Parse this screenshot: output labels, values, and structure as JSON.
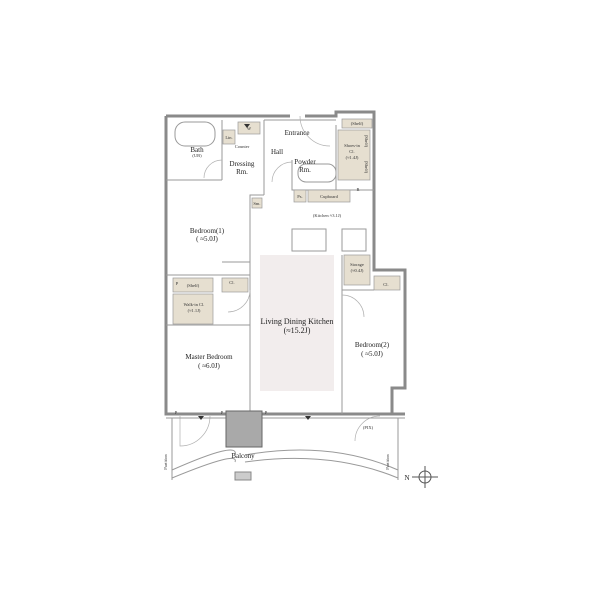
{
  "colors": {
    "ldk_floor": "#f2eded",
    "storage": "#e6dfd0",
    "wall": "#8a8a8a",
    "balcony_unit": "#a9a9a9"
  },
  "rooms": {
    "bath": "Bath",
    "bath_sub": "(UB)",
    "linen": "Lin.",
    "counter": "Counter",
    "washer": "W",
    "dressing": "Dressing",
    "dressing2": "Rm.",
    "hall": "Hall",
    "entrance": "Entrance",
    "powder": "Powder",
    "powder2": "Rm.",
    "shoes": "Shoes-in",
    "shoes2": "Cl.",
    "shoes_area": "(≈1.4J)",
    "shelf_top": "(Shelf)",
    "shelf_a": "(Shelf)",
    "shelf_b": "(Shelf)",
    "ps": "Ps.",
    "sm": "Sm.",
    "cupboard": "Cupboard",
    "r": "R",
    "kitchen": "(Kitchen ≈3.1J)",
    "bedroom1": "Bedroom(1)",
    "bedroom1_area": "( ≈5.0J)",
    "storage": "Storage",
    "storage_area": "(≈0.4J)",
    "cl1": "Cl.",
    "cl2": "Cl.",
    "shelf_wic": "(Shelf)",
    "wic": "Walk-in Cl.",
    "wic_area": "(≈1.1J)",
    "p_wic": "P",
    "ldk": "Living Dining Kitchen",
    "ldk_area": "(≈15.2J)",
    "master": "Master Bedroom",
    "master_area": "( ≈6.0J)",
    "bedroom2": "Bedroom(2)",
    "bedroom2_area": "( ≈5.0J)",
    "p1": "P",
    "p2": "P",
    "p3": "P",
    "pix": "(PIX)",
    "balcony": "Balcony",
    "partition_l": "Partition",
    "partition_r": "Partition",
    "north": "N"
  }
}
